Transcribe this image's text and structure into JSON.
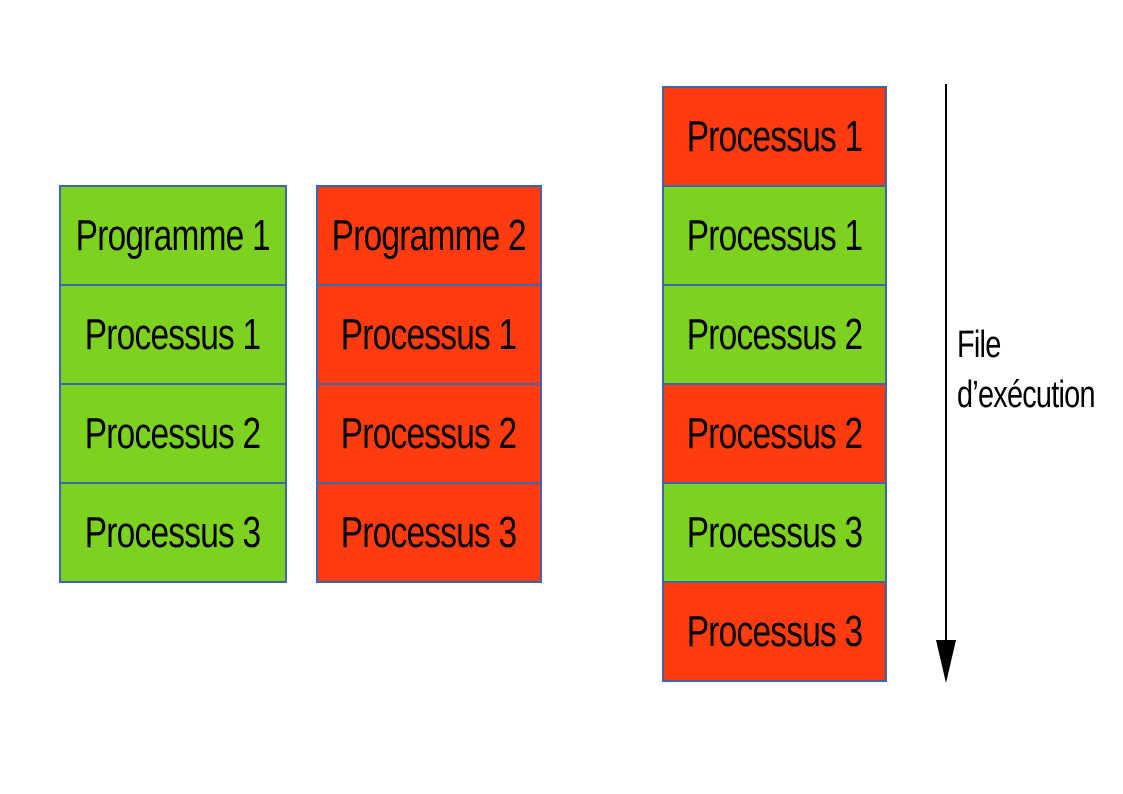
{
  "diagram": {
    "title_hidden": "",
    "colors": {
      "green": "#7cd21e",
      "red": "#ff3b0f",
      "border": "#3a68b0",
      "arrow": "#000000",
      "text": "#000000",
      "background": "#ffffff"
    },
    "columns": [
      {
        "id": "programme-1",
        "cells": [
          {
            "label": "Programme 1",
            "color": "green"
          },
          {
            "label": "Processus 1",
            "color": "green"
          },
          {
            "label": "Processus 2",
            "color": "green"
          },
          {
            "label": "Processus 3",
            "color": "green"
          }
        ]
      },
      {
        "id": "programme-2",
        "cells": [
          {
            "label": "Programme 2",
            "color": "red"
          },
          {
            "label": "Processus 1",
            "color": "red"
          },
          {
            "label": "Processus 2",
            "color": "red"
          },
          {
            "label": "Processus 3",
            "color": "red"
          }
        ]
      },
      {
        "id": "file-execution",
        "cells": [
          {
            "label": "Processus 1",
            "color": "red"
          },
          {
            "label": "Processus 1",
            "color": "green"
          },
          {
            "label": "Processus 2",
            "color": "green"
          },
          {
            "label": "Processus 2",
            "color": "red"
          },
          {
            "label": "Processus 3",
            "color": "green"
          },
          {
            "label": "Processus 3",
            "color": "red"
          }
        ]
      }
    ],
    "arrow_label": {
      "line1": "File",
      "line2": "d’exécution"
    }
  }
}
